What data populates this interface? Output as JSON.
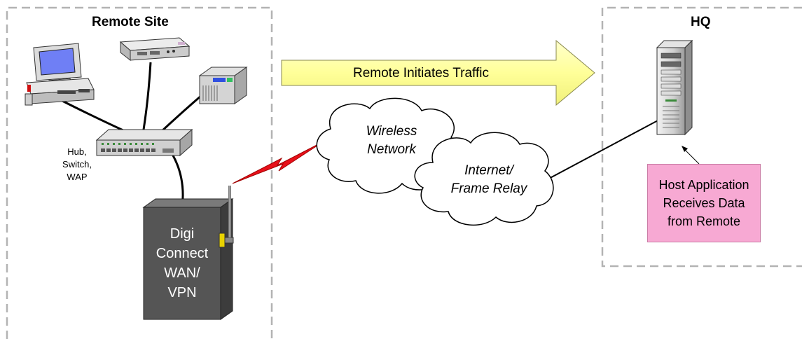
{
  "zones": {
    "remote_site": {
      "title": "Remote Site"
    },
    "hq": {
      "title": "HQ"
    }
  },
  "hub_label": [
    "Hub,",
    "Switch,",
    "WAP"
  ],
  "traffic_arrow": {
    "label": "Remote Initiates Traffic"
  },
  "clouds": {
    "wireless": {
      "lines": [
        "Wireless",
        "Network"
      ]
    },
    "internet": {
      "lines": [
        "Internet/",
        "Frame Relay"
      ]
    }
  },
  "digi_device": {
    "lines": [
      "Digi",
      "Connect",
      "WAN/",
      "VPN"
    ]
  },
  "host_box": {
    "lines": [
      "Host Application",
      "Receives Data",
      "from Remote"
    ]
  },
  "colors": {
    "zone_border": "#b3b3b3",
    "arrow_fill": "#ffff99",
    "lightning": "#e8101a",
    "host_box": "#f7a9d3",
    "digi_body": "#555555"
  },
  "icons": [
    "desktop-computer-icon",
    "modem-icon",
    "server-icon",
    "hub-switch-icon",
    "tower-server-icon",
    "router-antenna-icon"
  ]
}
